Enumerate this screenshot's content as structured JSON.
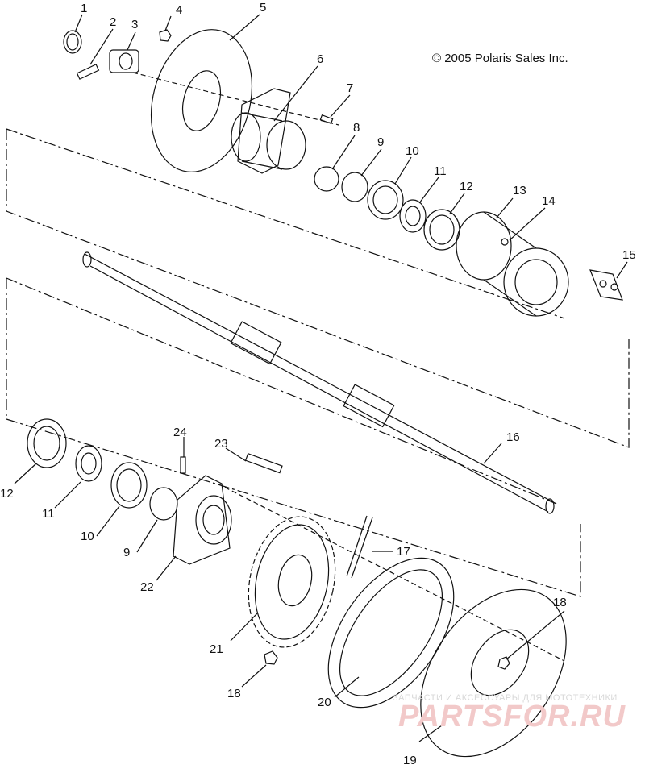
{
  "diagram": {
    "copyright": "© 2005 Polaris Sales Inc.",
    "watermark_top": "ЗАПЧАСТИ И АКСЕССУАРЫ ДЛЯ МОТОТЕХНИКИ",
    "watermark_main": "PARTSFOR.RU",
    "callouts": [
      "1",
      "2",
      "3",
      "4",
      "5",
      "6",
      "7",
      "8",
      "9",
      "10",
      "11",
      "12",
      "13",
      "14",
      "15",
      "16",
      "17",
      "18",
      "19",
      "20",
      "21",
      "22",
      "23",
      "24",
      "12",
      "11",
      "10",
      "9",
      "18"
    ]
  }
}
